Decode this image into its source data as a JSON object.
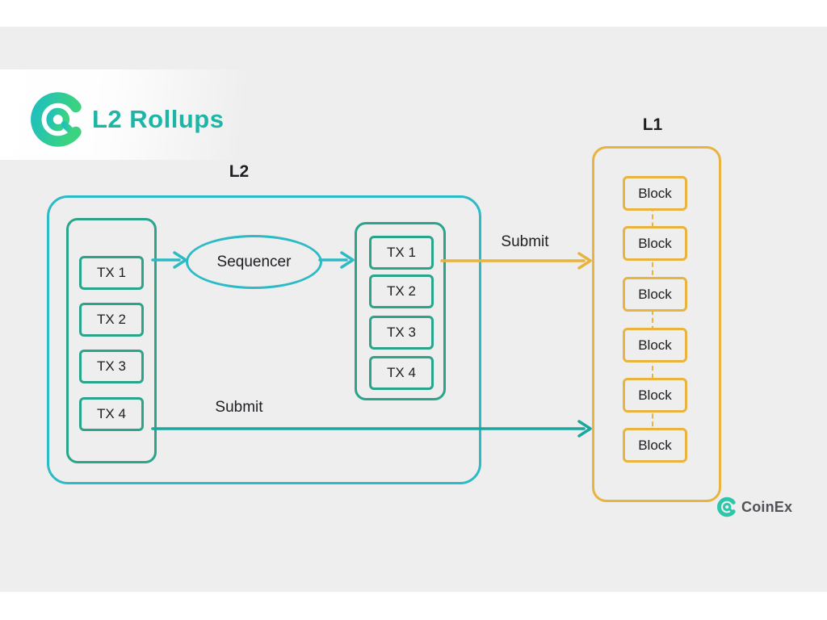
{
  "header": {
    "title": "L2 Rollups"
  },
  "diagram": {
    "l2": {
      "label": "L2",
      "mempool_txs": [
        "TX 1",
        "TX 2",
        "TX 3",
        "TX 4"
      ],
      "sequencer_label": "Sequencer",
      "ordered_txs": [
        "TX 1",
        "TX 2",
        "TX 3",
        "TX 4"
      ],
      "submit_top_label": "Submit",
      "submit_bottom_label": "Submit"
    },
    "l1": {
      "label": "L1",
      "blocks": [
        "Block",
        "Block",
        "Block",
        "Block",
        "Block",
        "Block"
      ]
    }
  },
  "footer": {
    "brand": "CoinEx"
  },
  "colors": {
    "cyan": "#2cbac6",
    "green": "#2aa58c",
    "teal": "#1ba69e",
    "orange": "#e8b43f",
    "title_teal": "#1db5a5"
  }
}
